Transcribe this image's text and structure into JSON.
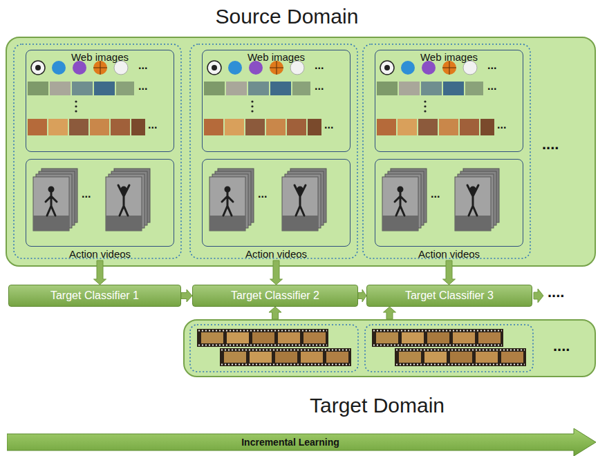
{
  "diagram": {
    "nodes": [
      {
        "text": [
          "Source Domain"
        ]
      },
      {
        "text": [
          "Web images"
        ],
        "in": 0
      },
      {
        "text": [
          "Action videos"
        ],
        "in": 0
      },
      {
        "text": [
          "Web images"
        ],
        "in": 0
      },
      {
        "text": [
          "Action videos"
        ],
        "in": 0
      },
      {
        "text": [
          "Web images"
        ],
        "in": 0
      },
      {
        "text": [
          "Action videos"
        ],
        "in": 0
      },
      {
        "text": [
          "Target Classifier 1"
        ]
      },
      {
        "text": [
          "Target Classifier 2"
        ]
      },
      {
        "text": [
          "Target Classifier 3"
        ]
      },
      {
        "text": [
          "Target Domain"
        ]
      },
      {
        "text": [
          "Incremental Learning"
        ]
      }
    ],
    "edges": [
      {
        "from": 2,
        "to": 7,
        "arrow": "to"
      },
      {
        "from": 4,
        "to": 8,
        "arrow": "to"
      },
      {
        "from": 6,
        "to": 9,
        "arrow": "to"
      },
      {
        "from": 7,
        "to": 8,
        "arrow": "to"
      },
      {
        "from": 8,
        "to": 9,
        "arrow": "to"
      },
      {
        "from": 10,
        "to": 8,
        "arrow": "to"
      },
      {
        "from": 10,
        "to": 9,
        "arrow": "to"
      }
    ],
    "labels": [
      "...",
      "...",
      "...",
      "...",
      "...",
      "...",
      "...",
      "...",
      "...",
      "...",
      "...",
      "...",
      "....",
      "....",
      "...."
    ]
  }
}
